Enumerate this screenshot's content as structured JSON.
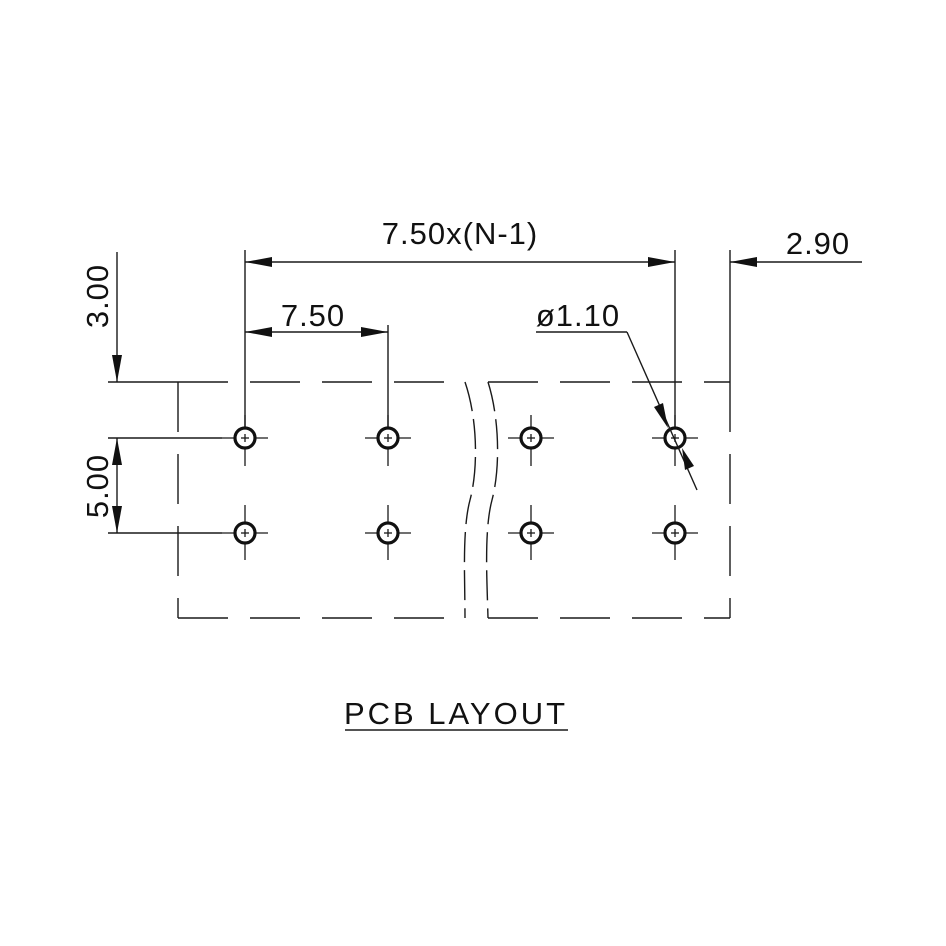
{
  "drawing": {
    "title": "PCB LAYOUT",
    "dimensions": {
      "pitch_total": "7.50x(N-1)",
      "end_offset": "2.90",
      "pitch": "7.50",
      "hole_diameter": "ø1.10",
      "top_offset": "3.00",
      "row_spacing": "5.00"
    },
    "hole_grid": {
      "rows": 2,
      "visible_columns": 4
    }
  }
}
